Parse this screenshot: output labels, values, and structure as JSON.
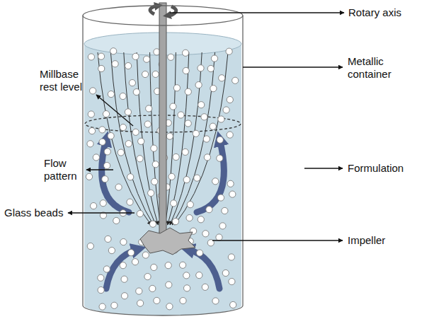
{
  "diagram": {
    "labels": [
      "Rotary axis",
      "Millbase rest level",
      "Metallic container",
      "Flow pattern",
      "Formulation",
      "Glass beads",
      "Impeller"
    ]
  }
}
